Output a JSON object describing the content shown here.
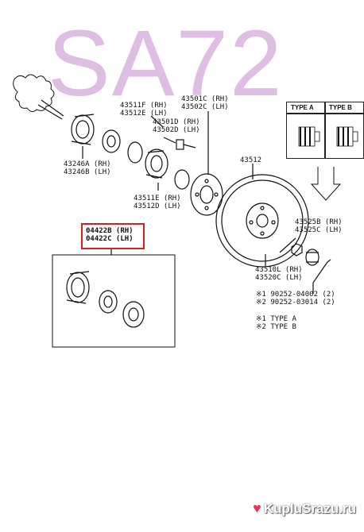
{
  "watermark": "SA72",
  "brand": {
    "name": "KupluSrazu.ru"
  },
  "colors": {
    "highlight": "#d42020",
    "watermark": "#dcb7e0",
    "brand_heart": "#e8335c"
  },
  "labels": {
    "p43511f": "43511F (RH)",
    "p43512e": "43512E (LH)",
    "p43501c": "43501C (RH)",
    "p43502c": "43502C (LH)",
    "p43501d": "43501D (RH)",
    "p43502d": "43502D (LH)",
    "p43246a": "43246A (RH)",
    "p43246b": "43246B (LH)",
    "p43512": "43512",
    "p43511e": "43511E (RH)",
    "p43512d": "43512D (LH)",
    "p04422b": "04422B (RH)",
    "p04422c": "04422C (LH)",
    "p43525b": "43525B (RH)",
    "p43525c": "43525C (LH)",
    "p43510l": "43510L (RH)",
    "p43520c": "43520C (LH)",
    "p90252a": "※1 90252-04002 (2)",
    "p90252b": "※2 90252-03014 (2)",
    "note1": "※1  TYPE  A",
    "note2": "※2  TYPE  B"
  },
  "type_table": {
    "a": "TYPE A",
    "b": "TYPE B"
  }
}
